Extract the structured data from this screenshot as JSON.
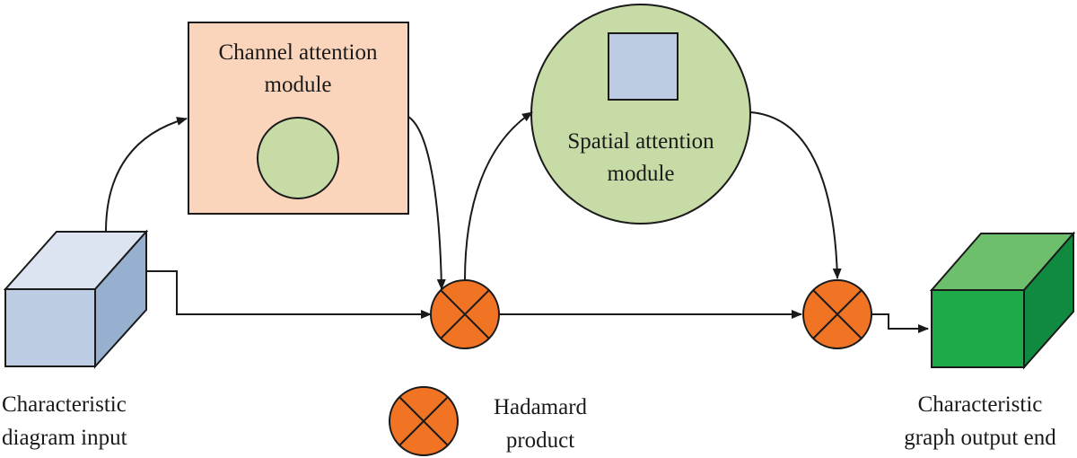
{
  "labels": {
    "input_line1": "Characteristic",
    "input_line2": "diagram input",
    "channel_line1": "Channel attention",
    "channel_line2": "module",
    "spatial_line1": "Spatial attention",
    "spatial_line2": "module",
    "legend_line1": "Hadamard",
    "legend_line2": "product",
    "output_line1": "Characteristic",
    "output_line2": "graph output end"
  },
  "colors": {
    "input_cube_front": "#bccce2",
    "input_cube_top": "#dbe4f0",
    "input_cube_side": "#98b0d0",
    "channel_box": "#fbd5bb",
    "inner_circle": "#c6dba6",
    "spatial_circle": "#c6dba6",
    "inner_square": "#bccce2",
    "hadamard": "#f07424",
    "output_cube_front": "#1faa4a",
    "output_cube_top": "#6dbf6b",
    "output_cube_side": "#108a3e",
    "stroke": "#1a1a1a"
  }
}
